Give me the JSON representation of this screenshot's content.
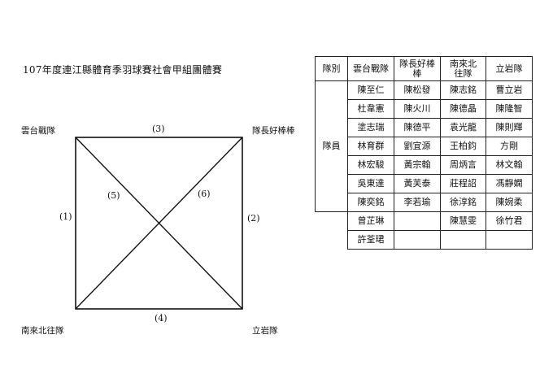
{
  "title": "107年度連江縣體育季羽球賽社會甲組團體賽",
  "corners": {
    "top_left": "雲台戰隊",
    "top_right": "隊長好棒棒",
    "bottom_left": "南來北往隊",
    "bottom_right": "立岩隊"
  },
  "matches": {
    "m1": "(1)",
    "m2": "(2)",
    "m3": "(3)",
    "m4": "(4)",
    "m5": "(5)",
    "m6": "(6)"
  },
  "table": {
    "header_label": "隊別",
    "members_label": "隊員",
    "teams": [
      "雲台戰隊",
      "隊長好棒棒",
      "南來北往隊",
      "立岩隊"
    ],
    "rows": [
      [
        "陳至仁",
        "陳松發",
        "陳志銘",
        "曹立岩"
      ],
      [
        "杜韋憲",
        "陳火川",
        "陳德晶",
        "陳隆智"
      ],
      [
        "塗志瑞",
        "陳德平",
        "袁光龍",
        "陳則輝"
      ],
      [
        "林育群",
        "劉宜源",
        "王柏鈞",
        "方剛"
      ],
      [
        "林宏駿",
        "黃宗翰",
        "周炳言",
        "林文翰"
      ],
      [
        "吳東達",
        "黃芙泰",
        "莊程詔",
        "馮靜嫻"
      ],
      [
        "陳奕銘",
        "李若瑜",
        "徐淳銘",
        "陳婉柔"
      ],
      [
        "曾芷琳",
        "",
        "陳慧雯",
        "徐竹君"
      ],
      [
        "許荃珺",
        "",
        "",
        ""
      ]
    ]
  }
}
